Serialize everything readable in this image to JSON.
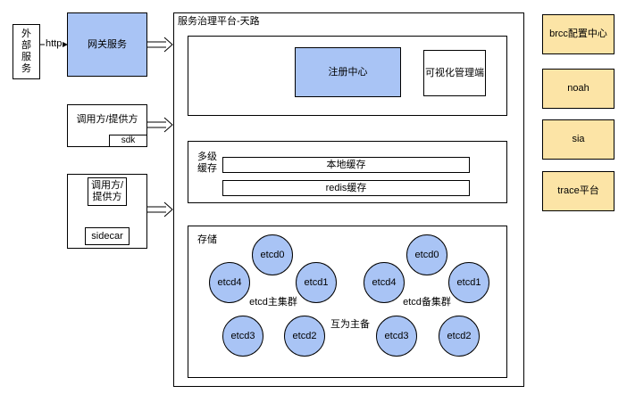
{
  "external": {
    "label": "外部服务"
  },
  "edge_http": {
    "label": "http"
  },
  "gateway": {
    "label": "网关服务"
  },
  "caller_sdk": {
    "label": "调用方/提供方",
    "sdk_label": "sdk"
  },
  "caller_sidecar": {
    "label": "调用方/\n提供方",
    "sidecar_label": "sidecar"
  },
  "platform": {
    "title": "服务治理平台-天路",
    "registry": {
      "label": "注册中心"
    },
    "visual_admin": {
      "label": "可视化管理端"
    },
    "cache": {
      "title": "多级\n缓存",
      "local": "本地缓存",
      "redis": "redis缓存"
    },
    "storage": {
      "title": "存储",
      "primary": {
        "label": "etcd主集群",
        "nodes": [
          "etcd0",
          "etcd1",
          "etcd2",
          "etcd3",
          "etcd4"
        ]
      },
      "standby": {
        "label": "etcd备集群",
        "nodes": [
          "etcd0",
          "etcd1",
          "etcd2",
          "etcd3",
          "etcd4"
        ]
      },
      "link_label": "互为主备"
    }
  },
  "side_services": [
    "brcc配置中心",
    "noah",
    "sia",
    "trace平台"
  ],
  "colors": {
    "blue_fill": "#a9c4f5",
    "yellow_fill": "#fce4a6",
    "orange_arrow": "#e8a15d"
  }
}
